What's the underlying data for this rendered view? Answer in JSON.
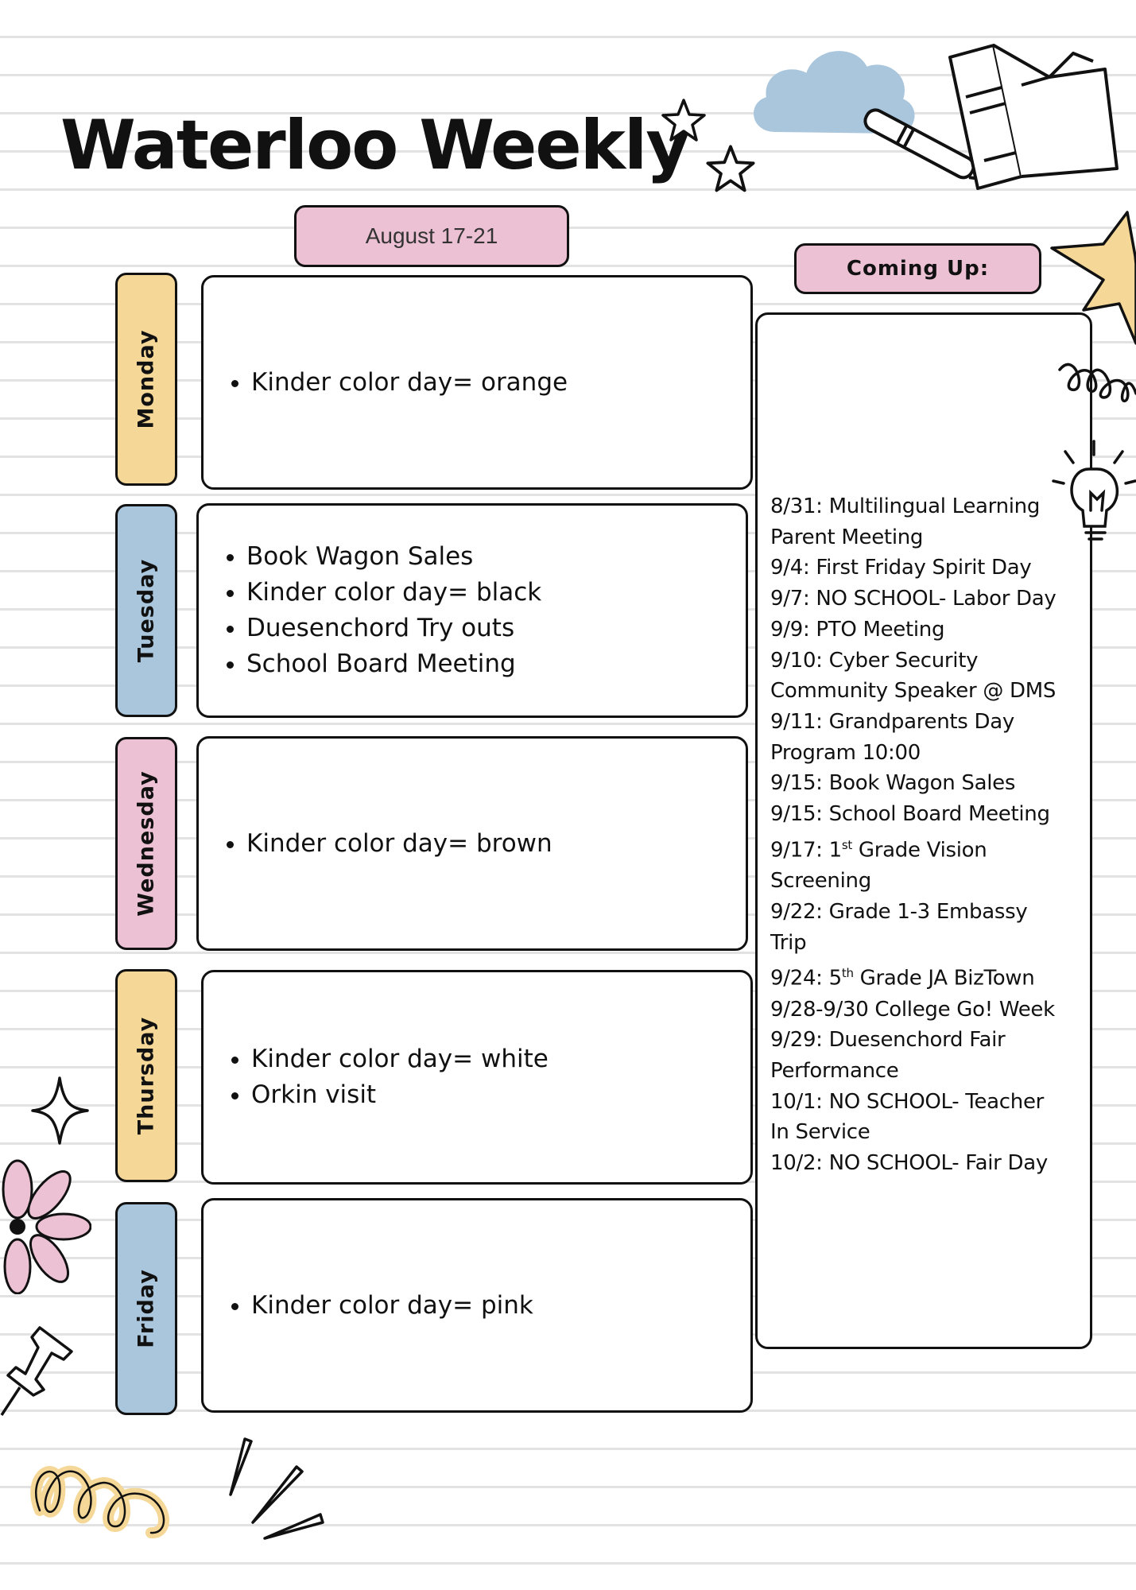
{
  "header": {
    "title": "Waterloo Weekly",
    "date_range": "August 17-21"
  },
  "days": [
    {
      "name": "Monday",
      "color": "#f5d898",
      "items": [
        "Kinder color day= orange"
      ]
    },
    {
      "name": "Tuesday",
      "color": "#a9c6dd",
      "items": [
        "Book Wagon Sales",
        "Kinder color day= black",
        "Duesenchord Try outs",
        "School Board Meeting"
      ]
    },
    {
      "name": "Wednesday",
      "color": "#ecc1d3",
      "items": [
        "Kinder color day= brown"
      ]
    },
    {
      "name": "Thursday",
      "color": "#f5d898",
      "items": [
        "Kinder color day= white",
        "Orkin visit"
      ]
    },
    {
      "name": "Friday",
      "color": "#a9c6dd",
      "items": [
        "Kinder color day= pink"
      ]
    }
  ],
  "coming_up": {
    "title": "Coming Up:",
    "events": [
      "8/31: Multilingual Learning",
      "Parent Meeting",
      "9/4: First Friday Spirit Day",
      "9/7: NO SCHOOL- Labor Day",
      "9/9: PTO Meeting",
      "9/10: Cyber Security",
      "Community Speaker @ DMS",
      "9/11: Grandparents Day",
      "Program 10:00",
      "9/15: Book Wagon Sales",
      "9/15: School Board Meeting",
      "9/17: 1st Grade Vision",
      "Screening",
      "9/22: Grade 1-3 Embassy",
      "Trip",
      "9/24: 5th Grade JA BizTown",
      "9/28-9/30 College Go! Week",
      "9/29: Duesenchord Fair",
      "Performance",
      "10/1: NO SCHOOL- Teacher",
      "In Service",
      "10/2: NO SCHOOL- Fair Day"
    ]
  },
  "decorations": [
    "cloud-icon",
    "pen-icon",
    "book-icon",
    "star-icon",
    "spiral-icon",
    "lightbulb-icon",
    "sparkle-icon",
    "flower-icon",
    "pushpin-icon",
    "rays-icon"
  ],
  "colors": {
    "pink": "#ecc1d3",
    "yellow": "#f5d898",
    "blue": "#a9c6dd",
    "ink": "#111111"
  }
}
